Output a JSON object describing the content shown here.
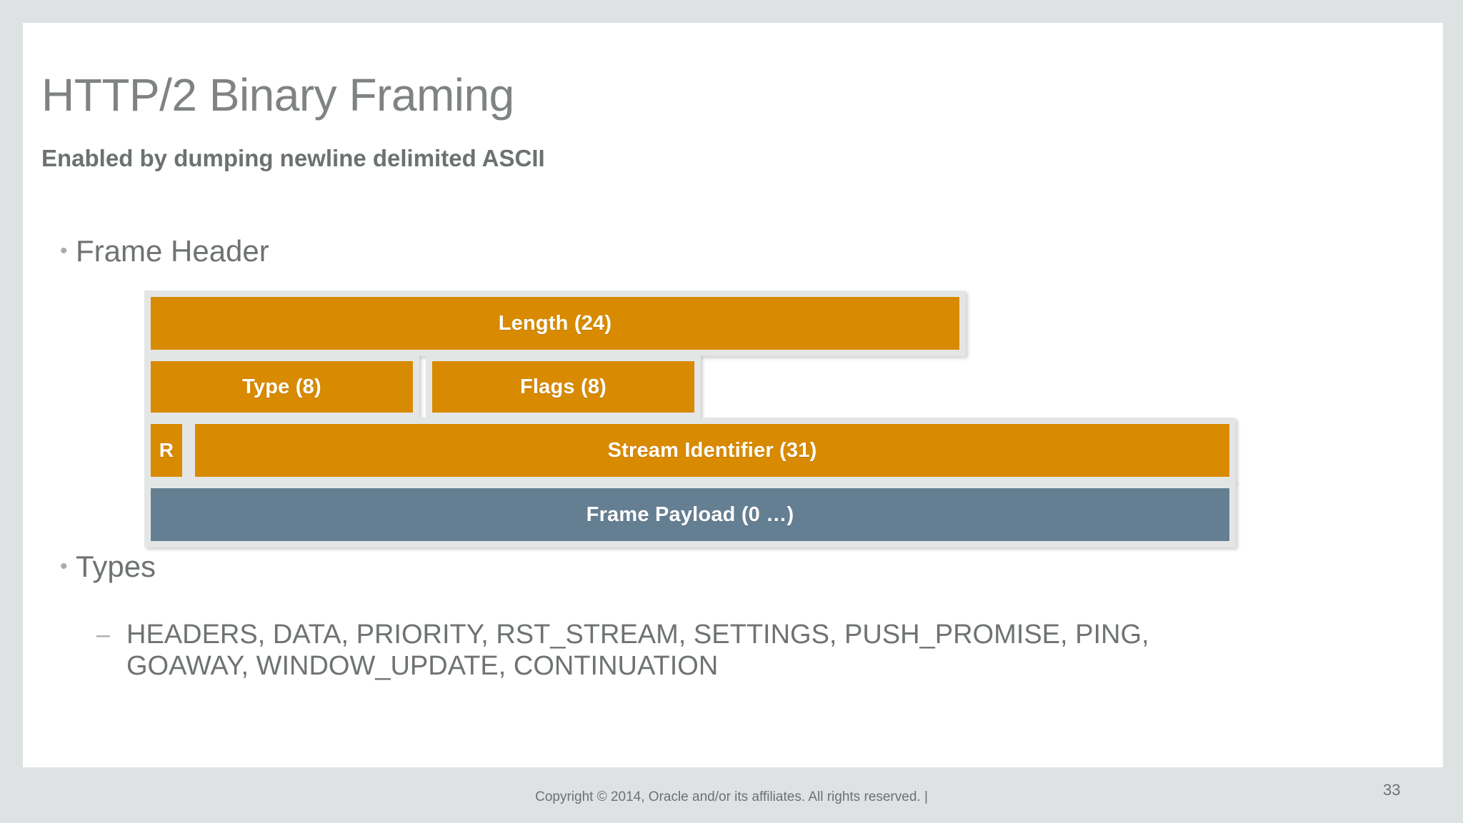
{
  "slide": {
    "title": "HTTP/2 Binary Framing",
    "subtitle": "Enabled by dumping newline delimited ASCII",
    "page_number": "33",
    "footer": "Copyright © 2014, Oracle and/or its affiliates. All rights reserved.  |",
    "background_color": "#dee2e2",
    "canvas_color": "#ffffff"
  },
  "bullets": [
    {
      "marker": "•",
      "text": "Frame Header"
    },
    {
      "marker": "•",
      "text": "Types"
    }
  ],
  "sub_bullets": [
    {
      "marker": "–",
      "text": "HEADERS, DATA, PRIORITY, RST_STREAM, SETTINGS, PUSH_PROMISE, PING, GOAWAY, WINDOW_UPDATE, CONTINUATION"
    }
  ],
  "frame_types": [
    "HEADERS",
    "DATA",
    "PRIORITY",
    "RST_STREAM",
    "SETTINGS",
    "PUSH_PROMISE",
    "PING",
    "GOAWAY",
    "WINDOW_UPDATE",
    "CONTINUATION"
  ],
  "frame_diagram": {
    "header_color": "#d88a00",
    "payload_color": "#657f92",
    "border_color": "#e4e6e6",
    "fields": [
      {
        "name": "length",
        "label": "Length (24)",
        "bits": 24
      },
      {
        "name": "type",
        "label": "Type (8)",
        "bits": 8
      },
      {
        "name": "flags",
        "label": "Flags (8)",
        "bits": 8
      },
      {
        "name": "r",
        "label": "R",
        "bits": 1
      },
      {
        "name": "stream",
        "label": "Stream Identifier (31)",
        "bits": 31
      },
      {
        "name": "payload",
        "label": "Frame Payload (0 …)",
        "bits": 0
      }
    ]
  }
}
